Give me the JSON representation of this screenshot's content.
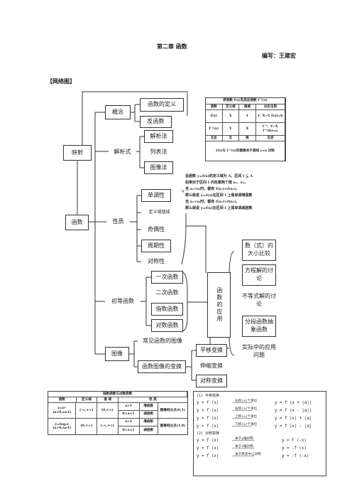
{
  "header": {
    "chapter_title": "第二章 函数",
    "author": "编写：王建宏",
    "section": "【网络图】"
  },
  "diagram": {
    "root_left": "映射",
    "root_func": "函数",
    "branches": {
      "concept": "概念",
      "concept_children": [
        "函数的定义",
        "反函数"
      ],
      "analytic": "解析式",
      "analytic_children": [
        "解析法",
        "列表法",
        "图像法"
      ],
      "property": "性质",
      "property_children": [
        "单调性",
        "定义域值域",
        "奇偶性",
        "周期性",
        "对称性"
      ],
      "elementary": "初等函数",
      "elementary_children": [
        "一次函数",
        "二次函数",
        "指数函数",
        "对数函数"
      ],
      "graph": "图像",
      "graph_children": [
        "常见函数的图像",
        "函数图像的变换"
      ],
      "transforms": [
        "平移变换",
        "伸缩变换",
        "对称变换"
      ],
      "application_center": "函数的应用",
      "applications": [
        "数（式）的大小比较",
        "方程解的讨论",
        "不等式解的讨论",
        "分段函数抽象函数",
        "实际中的应用问题"
      ]
    }
  },
  "inverse_table": {
    "title": "原函数 f(x)及其反函数 f⁻¹(x)",
    "headers": [
      "函数",
      "定义域",
      "值域",
      "对应法则"
    ],
    "rows": [
      [
        "f(x)",
        "X",
        "Y",
        "f：X→Y  f(a)=b"
      ],
      [
        "f⁻¹(x)",
        "Y",
        "X",
        "f⁻¹：Y→X  f⁻¹(b)=a"
      ],
      [
        "互反",
        "互",
        "换",
        "互逆"
      ]
    ],
    "footer": "f(x)与 f⁻¹(x)的图像关于直线 y=x 对称"
  },
  "monotonic_note": {
    "lines": [
      "设函数 y=f(x)的定义域为 A，区间 I ⊆ A",
      "如果对于区间 I 内任意两个值 x₁、x₂，",
      "当 x₁<x₂时，都有 f(x₁)<f(x₂)，",
      "那么就说 y=f(x)在区间 I 上是单调增函数",
      "当 x₁<x₂时，都有 f(x₁)>f(x₂)，",
      "那么就说 y=f(x)在区间 I 上是单调减函数"
    ]
  },
  "exp_log_table": {
    "title": "指数函数与对数函数",
    "headers": [
      "函数",
      "定义域",
      "值 域",
      "性  质"
    ],
    "rows": [
      [
        "y=aˣ (a>0,a≠1)",
        "(-∞,+∞)",
        "(0,+∞)",
        "a>1",
        "增函数",
        "图像经过点(0,1)"
      ],
      [
        "",
        "",
        "",
        "0<a<1",
        "减函数",
        ""
      ],
      [
        "y=logₐx (a>0,a≠1)",
        "(0,+∞)",
        "(-∞,+∞)",
        "a>1",
        "增函数",
        "图像经过点(1,0)"
      ],
      [
        "",
        "",
        "",
        "0<a<1",
        "减函数",
        ""
      ]
    ]
  },
  "transform_table": {
    "heading1": "(1) 平移变换",
    "translation": [
      {
        "from": "y = f (x)",
        "label": "左移|a|个单位",
        "to": "y = f (x + |a|)"
      },
      {
        "from": "y = f (x)",
        "label": "右移|a|个单位",
        "to": "y = f (x - |a|)"
      },
      {
        "from": "y = f (x)",
        "label": "上移|a|个单位",
        "to": "y = f (x) + |a|"
      },
      {
        "from": "y = f (x)",
        "label": "下移|a|个单位",
        "to": "y = f (x) - |a|"
      }
    ],
    "heading2": "(2) 对称变换",
    "symmetry": [
      {
        "from": "y = f (x)",
        "label": "关于y轴对称",
        "to": "y = f (-x)"
      },
      {
        "from": "y = f (x)",
        "label": "关于x轴对称",
        "to": "y = -f (x)"
      },
      {
        "from": "y = f (x)",
        "label": "关于原点中心对称",
        "to": "y = -f (-x)"
      }
    ]
  }
}
